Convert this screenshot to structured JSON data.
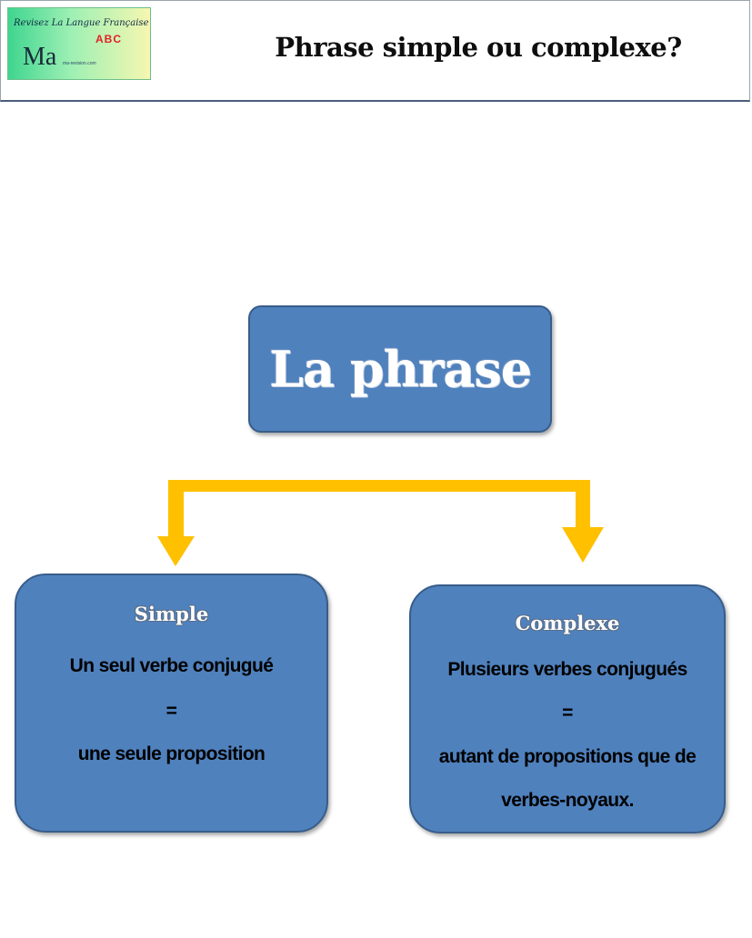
{
  "header": {
    "logo": {
      "tagline": "Revisez La Langue Française",
      "brand": "Ma",
      "abc": "ABC",
      "subtext": "ma-revision.com"
    },
    "title": "Phrase simple ou complexe?"
  },
  "diagram": {
    "root": "La phrase",
    "left": {
      "title": "Simple",
      "line1": "Un seul  verbe conjugué",
      "equals": "=",
      "line2": "une seule proposition"
    },
    "right": {
      "title": "Complexe",
      "line1": "Plusieurs verbes conjugués",
      "equals": "=",
      "line2": "autant de propositions que de",
      "line3": "verbes-noyaux."
    },
    "colors": {
      "box_fill": "#4f81bd",
      "box_border": "#385d8a",
      "arrow": "#ffc000"
    }
  }
}
